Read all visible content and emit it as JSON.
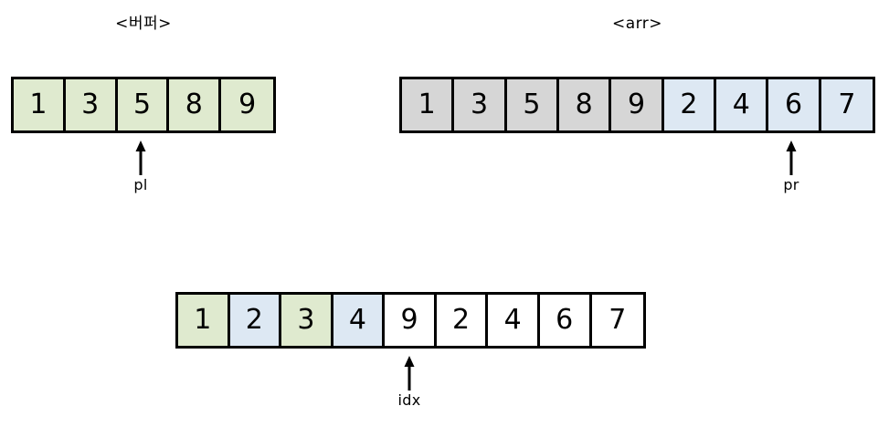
{
  "diagram": {
    "type": "array-partition-merge-diagram",
    "background_color": "#ffffff",
    "stroke_color": "#000000",
    "palette": {
      "green": "#dfeacf",
      "blue": "#dde8f3",
      "gray": "#d6d6d6",
      "white": "#ffffff"
    }
  },
  "arrays": [
    {
      "id": "buffer",
      "title": "<버퍼>",
      "cells": [
        {
          "value": "1",
          "fill": "green"
        },
        {
          "value": "3",
          "fill": "green"
        },
        {
          "value": "5",
          "fill": "green"
        },
        {
          "value": "8",
          "fill": "green"
        },
        {
          "value": "9",
          "fill": "green"
        }
      ],
      "pointers": [
        {
          "label": "pl",
          "cell_index": 2,
          "points_to_value": "5"
        }
      ]
    },
    {
      "id": "arr",
      "title": "<arr>",
      "cells": [
        {
          "value": "1",
          "fill": "gray"
        },
        {
          "value": "3",
          "fill": "gray"
        },
        {
          "value": "5",
          "fill": "gray"
        },
        {
          "value": "8",
          "fill": "gray"
        },
        {
          "value": "9",
          "fill": "gray"
        },
        {
          "value": "2",
          "fill": "blue"
        },
        {
          "value": "4",
          "fill": "blue"
        },
        {
          "value": "6",
          "fill": "blue"
        },
        {
          "value": "7",
          "fill": "blue"
        }
      ],
      "pointers": [
        {
          "label": "pr",
          "cell_index": 7,
          "points_to_value": "6"
        }
      ]
    },
    {
      "id": "result",
      "title": "",
      "cells": [
        {
          "value": "1",
          "fill": "green"
        },
        {
          "value": "2",
          "fill": "blue"
        },
        {
          "value": "3",
          "fill": "green"
        },
        {
          "value": "4",
          "fill": "blue"
        },
        {
          "value": "9",
          "fill": "white"
        },
        {
          "value": "2",
          "fill": "white"
        },
        {
          "value": "4",
          "fill": "white"
        },
        {
          "value": "6",
          "fill": "white"
        },
        {
          "value": "7",
          "fill": "white"
        }
      ],
      "pointers": [
        {
          "label": "idx",
          "cell_index": 4,
          "points_to_value": "9"
        }
      ]
    }
  ]
}
